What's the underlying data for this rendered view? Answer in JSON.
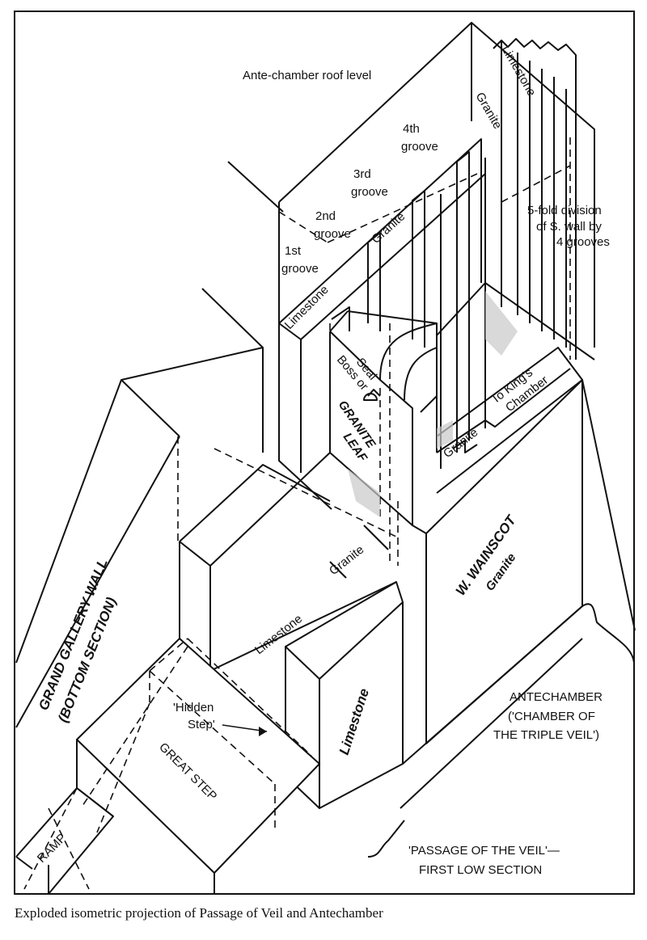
{
  "labels": {
    "roof_level": "Ante-chamber roof level",
    "groove4_a": "4th",
    "groove4_b": "groove",
    "groove3_a": "3rd",
    "groove3_b": "groove",
    "groove2_a": "2nd",
    "groove2_b": "groove",
    "groove1_a": "1st",
    "groove1_b": "groove",
    "fivefold_a": "5-fold division",
    "fivefold_b": "of S. wall by",
    "fivefold_c": "4 grooves",
    "limestone_top": "Limestone",
    "granite_top": "Granite",
    "granite_upper_wall": "Granite",
    "limestone_upper_wall": "Limestone",
    "boss_a": "Boss or",
    "boss_b": "Seal",
    "granite_leaf_a": "GRANITE",
    "granite_leaf_b": "LEAF",
    "to_kings_a": "To King's",
    "to_kings_b": "Chamber",
    "granite_floor": "Granite",
    "granite_passage": "Granite",
    "limestone_passage": "Limestone",
    "w_wainscot_a": "W. WAINSCOT",
    "w_wainscot_b": "Granite",
    "grand_gallery_a": "GRAND GALLERY WALL",
    "grand_gallery_b": "(BOTTOM SECTION)",
    "hidden_step_a": "'Hidden",
    "hidden_step_b": "Step'",
    "great_step": "GREAT STEP",
    "limestone_block": "Limestone",
    "antechamber_a": "ANTECHAMBER",
    "antechamber_b": "('CHAMBER OF",
    "antechamber_c": "THE TRIPLE VEIL')",
    "ramp": "RAMP",
    "passage_a": "'PASSAGE OF THE VEIL'—",
    "passage_b": "FIRST LOW SECTION"
  },
  "caption": "Exploded isometric projection of Passage of Veil and Antechamber"
}
